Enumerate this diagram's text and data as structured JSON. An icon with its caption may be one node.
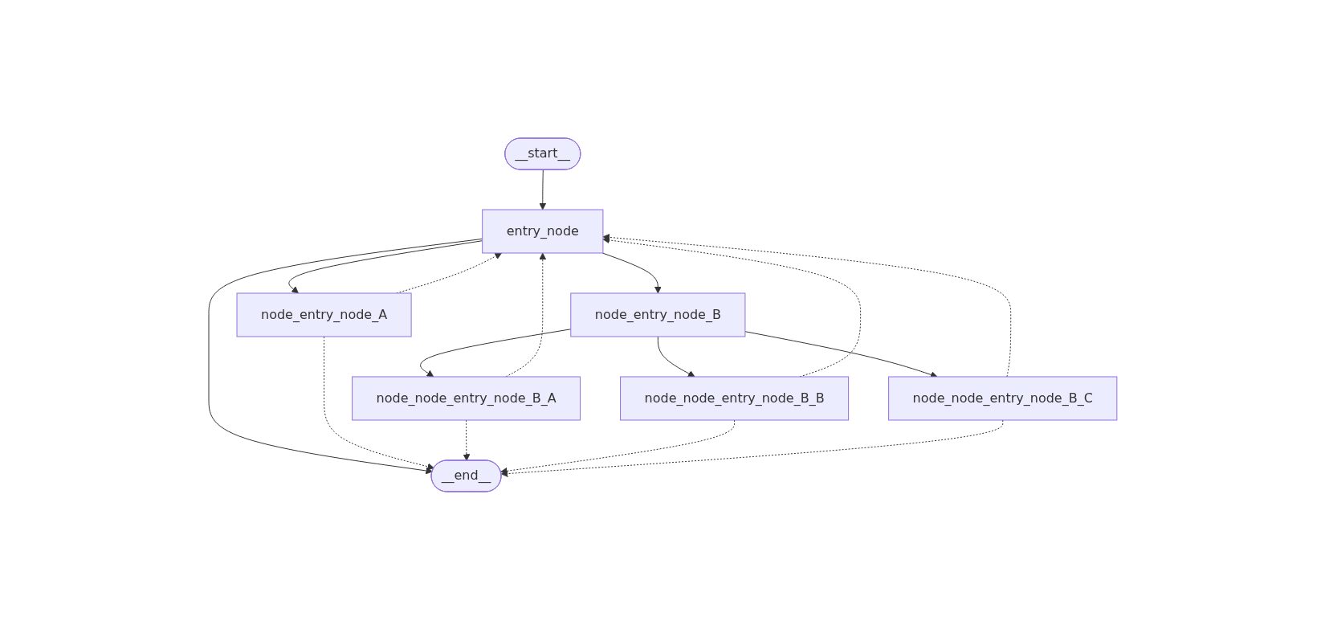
{
  "diagram": {
    "nodes": [
      {
        "text": [
          "__start__"
        ]
      },
      {
        "text": [
          "entry_node"
        ]
      },
      {
        "text": [
          "node_entry_node_A"
        ]
      },
      {
        "text": [
          "node_entry_node_B"
        ]
      },
      {
        "text": [
          "node_node_entry_node_B_A"
        ]
      },
      {
        "text": [
          "node_node_entry_node_B_B"
        ]
      },
      {
        "text": [
          "node_node_entry_node_B_C"
        ]
      },
      {
        "text": [
          "__end__"
        ]
      }
    ],
    "edges": [
      {
        "from": 0,
        "to": 1,
        "arrow": "to"
      },
      {
        "from": 1,
        "to": 2,
        "arrow": "to"
      },
      {
        "from": 1,
        "to": 3,
        "arrow": "to"
      },
      {
        "from": 1,
        "to": 7,
        "arrow": "to"
      },
      {
        "from": 2,
        "to": 1,
        "arrow": "to",
        "style": "dashed"
      },
      {
        "from": 2,
        "to": 7,
        "arrow": "to",
        "style": "dashed"
      },
      {
        "from": 3,
        "to": 4,
        "arrow": "to"
      },
      {
        "from": 3,
        "to": 5,
        "arrow": "to"
      },
      {
        "from": 3,
        "to": 6,
        "arrow": "to"
      },
      {
        "from": 4,
        "to": 1,
        "arrow": "to",
        "style": "dashed"
      },
      {
        "from": 4,
        "to": 7,
        "arrow": "to",
        "style": "dashed"
      },
      {
        "from": 5,
        "to": 1,
        "arrow": "to",
        "style": "dashed"
      },
      {
        "from": 5,
        "to": 7,
        "arrow": "to",
        "style": "dashed"
      },
      {
        "from": 6,
        "to": 1,
        "arrow": "to",
        "style": "dashed"
      },
      {
        "from": 6,
        "to": 7,
        "arrow": "to",
        "style": "dashed"
      }
    ]
  }
}
